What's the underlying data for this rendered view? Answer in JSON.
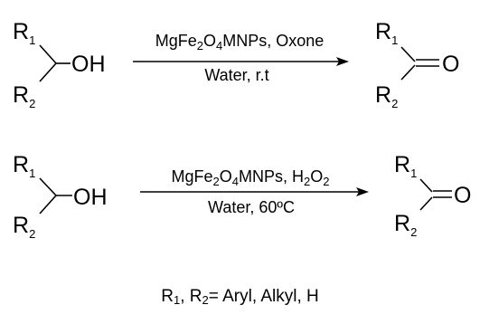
{
  "reaction_1": {
    "reactant": {
      "r1": "R",
      "r1_sub": "1",
      "r2": "R",
      "r2_sub": "2",
      "group": "OH"
    },
    "conditions_top": {
      "a": "MgFe",
      "a_sub": "2",
      "b": "O",
      "b_sub": "4",
      "c": "MNPs, Oxone"
    },
    "conditions_bottom": "Water, r.t",
    "product": {
      "r1": "R",
      "r1_sub": "1",
      "r2": "R",
      "r2_sub": "2",
      "atom": "O"
    }
  },
  "reaction_2": {
    "reactant": {
      "r1": "R",
      "r1_sub": "1",
      "r2": "R",
      "r2_sub": "2",
      "group": "OH"
    },
    "conditions_top": {
      "a": "MgFe",
      "a_sub": "2",
      "b": "O",
      "b_sub": "4",
      "c": "MNPs, H",
      "d_sub": "2",
      "e": "O",
      "e_sub": "2"
    },
    "conditions_bottom": "Water, 60ºC",
    "product": {
      "r1": "R",
      "r1_sub": "1",
      "r2": "R",
      "r2_sub": "2",
      "atom": "O"
    }
  },
  "footer": {
    "r1": "R",
    "r1_sub": "1",
    "sep": ", ",
    "r2": "R",
    "r2_sub": "2",
    "text": "= Aryl, Alkyl, H"
  }
}
